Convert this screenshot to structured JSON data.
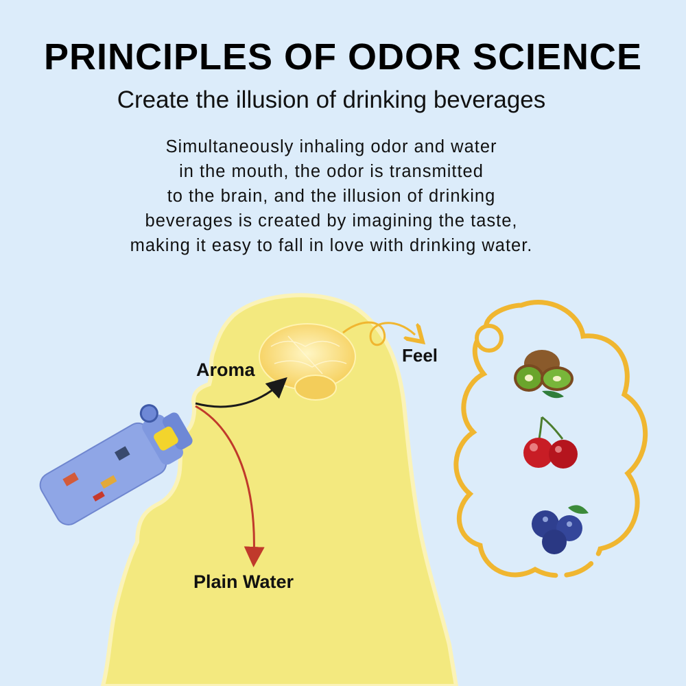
{
  "title": "PRINCIPLES OF ODOR SCIENCE",
  "subtitle": "Create the illusion of drinking beverages",
  "description_lines": [
    "Simultaneously inhaling odor and water",
    "in the mouth, the odor is transmitted",
    "to the brain, and the illusion of drinking",
    "beverages is created by imagining the taste,",
    "making it easy to fall in love with drinking water."
  ],
  "labels": {
    "aroma": "Aroma",
    "feel": "Feel",
    "plain_water": "Plain Water"
  },
  "fruits": [
    "kiwi-icon",
    "cherry-icon",
    "blueberry-icon"
  ],
  "colors": {
    "background": "#dcecfa",
    "silhouette": "#f3e97f",
    "cloud_outline": "#f0b630",
    "aroma_arrow": "#1a1a1a",
    "water_arrow": "#c0392b",
    "bottle": "#7f98df"
  }
}
